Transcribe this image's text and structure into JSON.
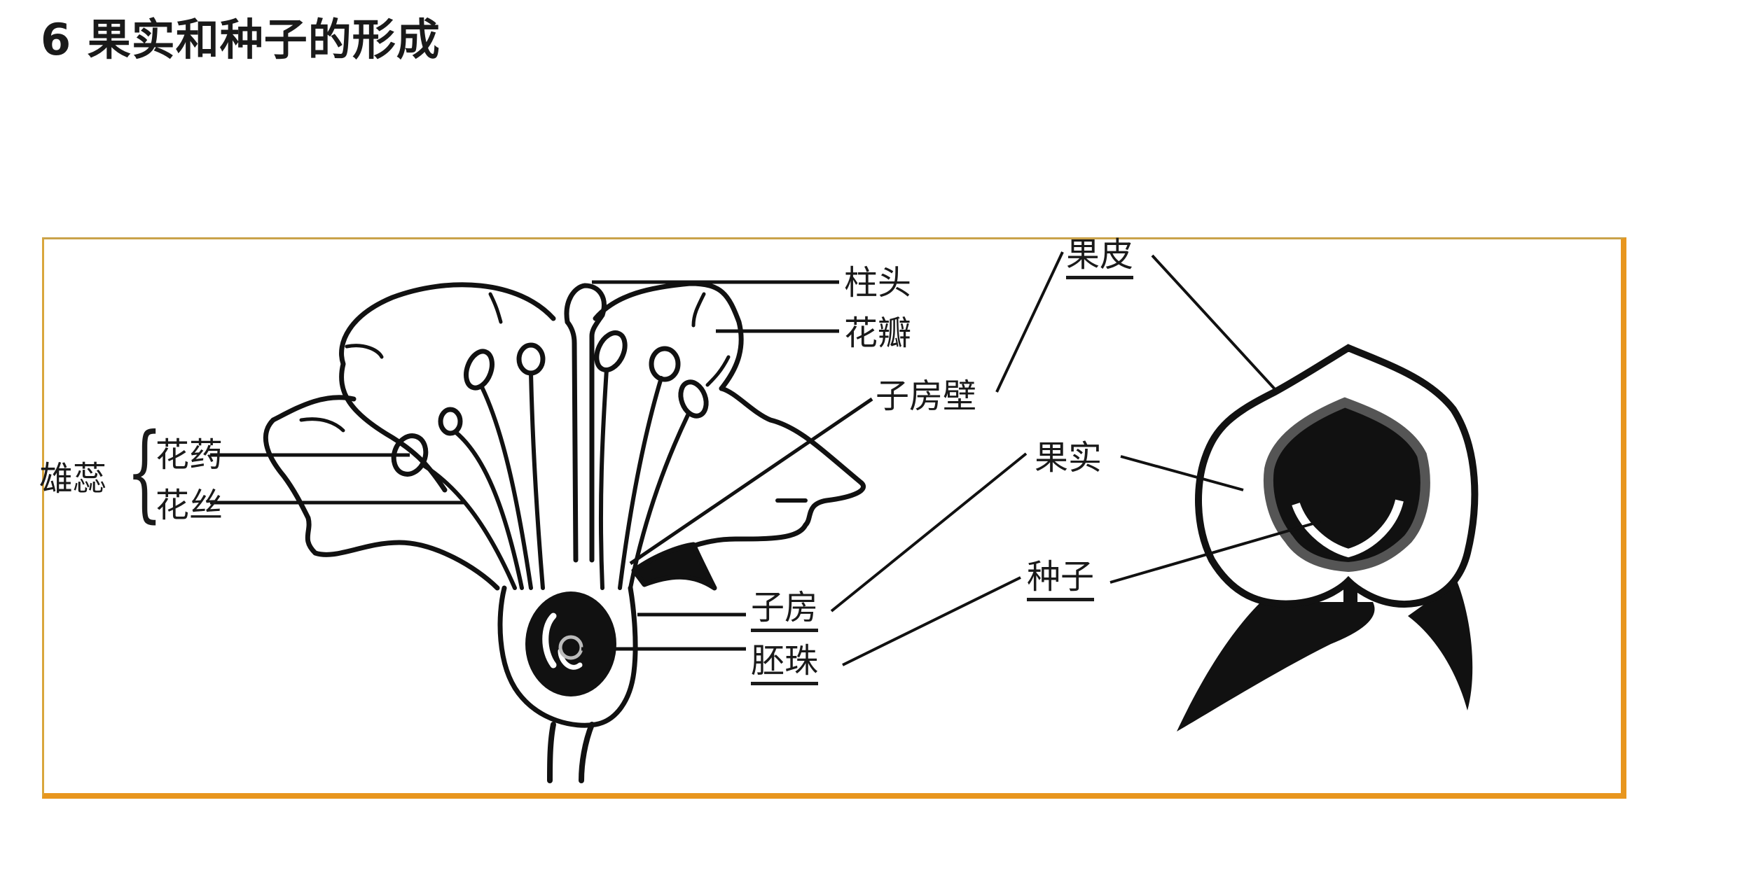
{
  "title": "6 果实和种子的形成",
  "colors": {
    "frame_border": "#e8961e",
    "frame_border_top": "#c9a24a",
    "ink": "#1a1a1a"
  },
  "flower_diagram": {
    "group_label": "雄蕊",
    "labels": {
      "anther": "花药",
      "filament": "花丝",
      "stigma": "柱头",
      "petal": "花瓣",
      "ovary_wall": "子房壁",
      "ovary": "子房",
      "ovule": "胚珠"
    }
  },
  "fruit_diagram": {
    "labels": {
      "pericarp": "果皮",
      "fruit": "果实",
      "seed": "种子"
    }
  },
  "icons": {
    "brace": "{"
  }
}
